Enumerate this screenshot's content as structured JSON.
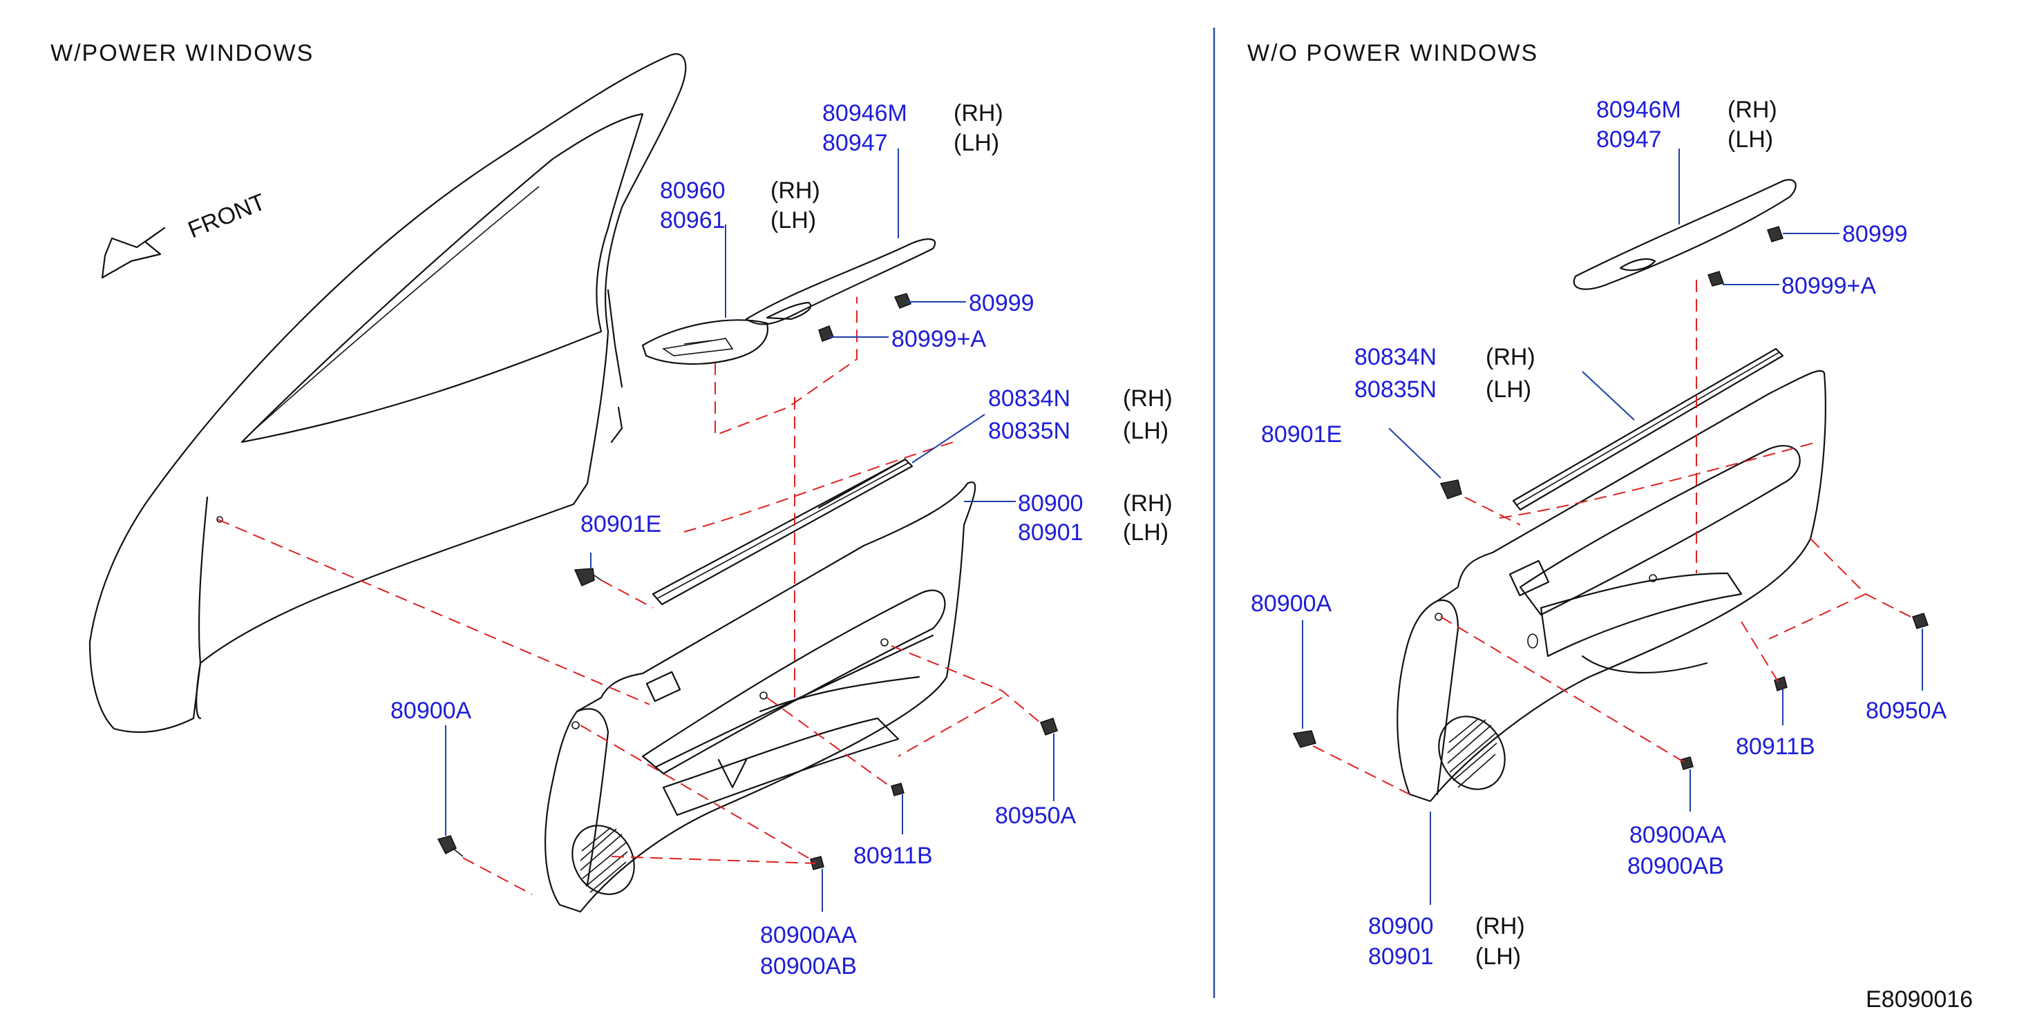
{
  "left_panel": {
    "title": "W/POWER   WINDOWS",
    "front_label": "FRONT",
    "callouts": [
      {
        "id": "c1",
        "parts": [
          "80946M",
          "80947"
        ],
        "sides": [
          "(RH)",
          "(LH)"
        ]
      },
      {
        "id": "c2",
        "parts": [
          "80960",
          "80961"
        ],
        "sides": [
          "(RH)",
          "(LH)"
        ]
      },
      {
        "id": "c3",
        "parts": [
          "80999"
        ],
        "sides": []
      },
      {
        "id": "c4",
        "parts": [
          "80999+A"
        ],
        "sides": []
      },
      {
        "id": "c5",
        "parts": [
          "80834N",
          "80835N"
        ],
        "sides": [
          "(RH)",
          "(LH)"
        ]
      },
      {
        "id": "c6",
        "parts": [
          "80900",
          "80901"
        ],
        "sides": [
          "(RH)",
          "(LH)"
        ]
      },
      {
        "id": "c7",
        "parts": [
          "80901E"
        ],
        "sides": []
      },
      {
        "id": "c8",
        "parts": [
          "80900A"
        ],
        "sides": []
      },
      {
        "id": "c9",
        "parts": [
          "80950A"
        ],
        "sides": []
      },
      {
        "id": "c10",
        "parts": [
          "80911B"
        ],
        "sides": []
      },
      {
        "id": "c11",
        "parts": [
          "80900AA",
          "80900AB"
        ],
        "sides": []
      }
    ]
  },
  "right_panel": {
    "title": "W/O   POWER   WINDOWS",
    "callouts": [
      {
        "id": "r1",
        "parts": [
          "80946M",
          "80947"
        ],
        "sides": [
          "(RH)",
          "(LH)"
        ]
      },
      {
        "id": "r2",
        "parts": [
          "80999"
        ],
        "sides": []
      },
      {
        "id": "r3",
        "parts": [
          "80999+A"
        ],
        "sides": []
      },
      {
        "id": "r4",
        "parts": [
          "80834N",
          "80835N"
        ],
        "sides": [
          "(RH)",
          "(LH)"
        ]
      },
      {
        "id": "r5",
        "parts": [
          "80901E"
        ],
        "sides": []
      },
      {
        "id": "r6",
        "parts": [
          "80900A"
        ],
        "sides": []
      },
      {
        "id": "r7",
        "parts": [
          "80950A"
        ],
        "sides": []
      },
      {
        "id": "r8",
        "parts": [
          "80911B"
        ],
        "sides": []
      },
      {
        "id": "r9",
        "parts": [
          "80900AA",
          "80900AB"
        ],
        "sides": []
      },
      {
        "id": "r10",
        "parts": [
          "80900",
          "80901"
        ],
        "sides": [
          "(RH)",
          "(LH)"
        ]
      }
    ]
  },
  "diagram_code": "E8090016",
  "colors": {
    "part_number": "#1d1dd8",
    "leader": "#1d3fa8",
    "dashed_guide": "#e02020",
    "line_art": "#111111"
  }
}
